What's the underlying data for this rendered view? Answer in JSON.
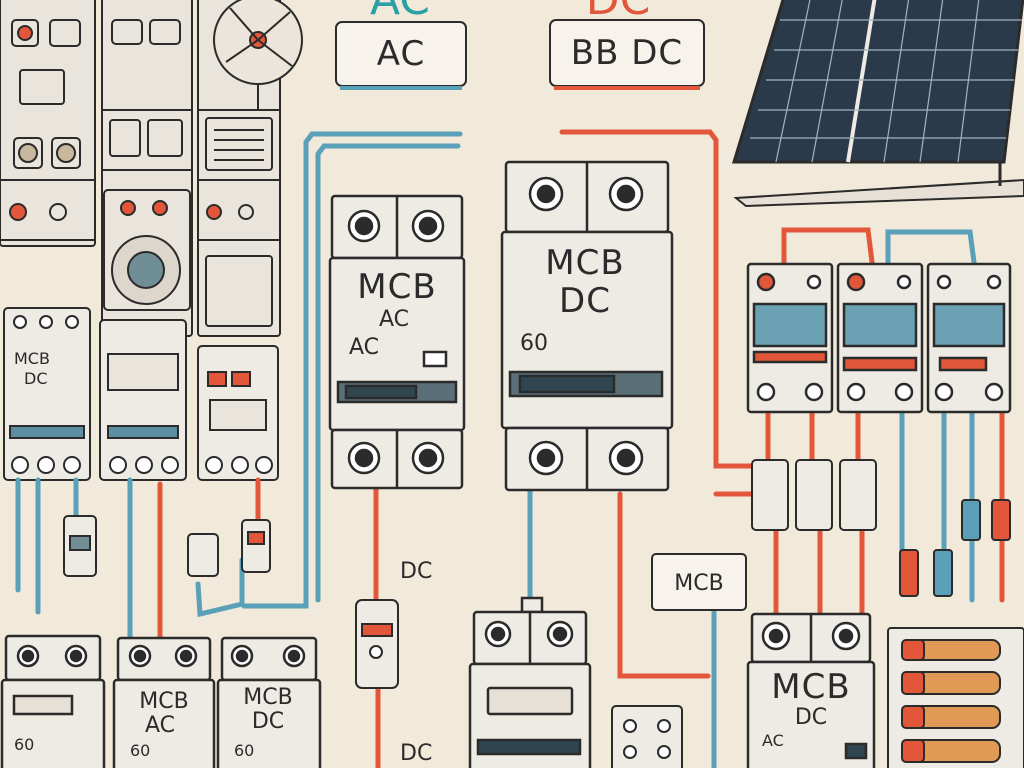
{
  "header": {
    "ac_top": "AC",
    "dc_top": "DC",
    "ac_box": "AC",
    "dc_box": "BB DC"
  },
  "left_panel": {
    "breaker_a_line1": "MCB",
    "breaker_a_line2": "DC",
    "bottom_a_line1": "MCB",
    "bottom_a_line2": "AC",
    "bottom_a_rating": "60",
    "bottom_b_line1": "MCB",
    "bottom_b_line2": "DC",
    "bottom_b_rating": "60"
  },
  "center_ac": {
    "line1": "MCB",
    "line2": "AC",
    "line3": "AC"
  },
  "center_dc": {
    "line1": "MCB",
    "line2": "DC",
    "rating": "60"
  },
  "free_labels": {
    "dc_mid": "DC",
    "dc_bottom": "DC",
    "mcb_tag": "MCB"
  },
  "right_panel": {
    "line1": "MCB",
    "line2": "DC",
    "rating": "AC"
  },
  "colors": {
    "background": "#f1e9da",
    "ac_wire": "#5aa0b8",
    "dc_wire": "#e2573a",
    "outline": "#2b2b2b",
    "panel": "#eeeae4"
  }
}
